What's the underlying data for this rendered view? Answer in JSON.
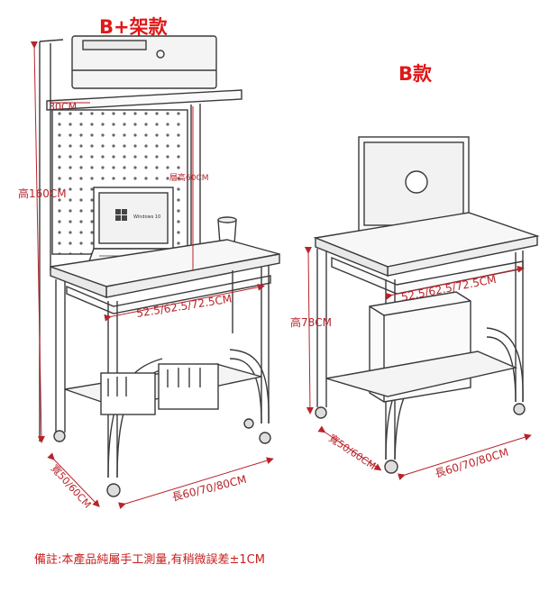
{
  "titles": {
    "left": "B+架款",
    "right": "B款"
  },
  "dimensions": {
    "shelf_depth": "30CM",
    "layer_height": "層高60CM",
    "total_height": "高160CM",
    "left_width": "52.5/62.5/72.5CM",
    "left_depth": "寬50/60CM",
    "left_length": "長60/70/80CM",
    "right_height": "高78CM",
    "right_width": "52.5/62.5/72.5CM",
    "right_depth": "寬50/60CM",
    "right_length": "長60/70/80CM"
  },
  "screen_text": {
    "laptop": "Windows 10"
  },
  "note": "備註:本產品純屬手工測量,有稍微誤差±1CM",
  "colors": {
    "accent": "#e01818",
    "dimension": "#b8232a",
    "line": "#3a3a3a"
  }
}
